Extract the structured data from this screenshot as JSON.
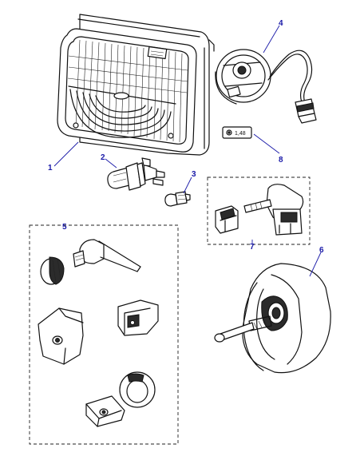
{
  "callouts": {
    "c1": "1",
    "c2": "2",
    "c3": "3",
    "c4": "4",
    "c5": "5",
    "c6": "6",
    "c7": "7",
    "c8": "8"
  },
  "part8_ratio_label": "1,48",
  "colors": {
    "callout": "#1a1aa8",
    "line_art": "#111111"
  },
  "icons": [
    "headlamp-unit",
    "halogen-bulb",
    "side-bulb",
    "bulb-holder-with-lead",
    "adjuster-kit",
    "adjuster-motor-kit",
    "levelling-motor",
    "ratio-indicator"
  ]
}
